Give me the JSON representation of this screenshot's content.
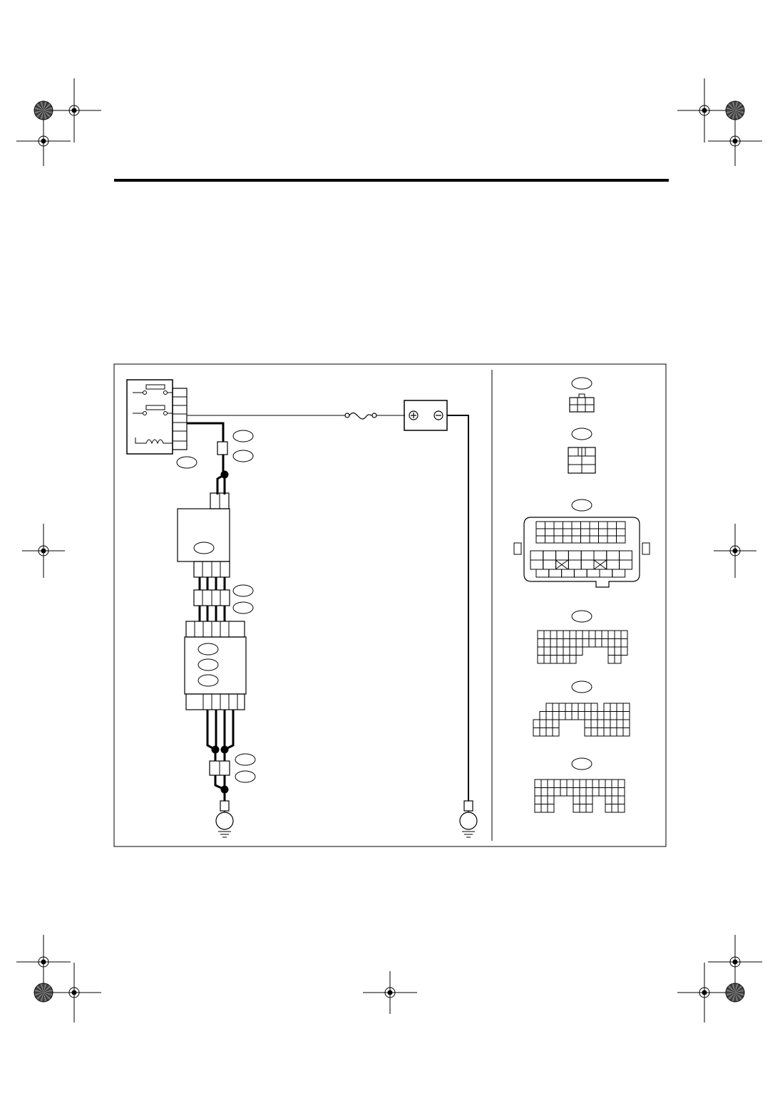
{
  "page": {
    "header_rule": "solid",
    "registration_marks": "crosshair-icon",
    "color_bars": "starburst-icon"
  },
  "diagram": {
    "title": "",
    "ink_color": "#000000",
    "paper_color": "#ffffff",
    "components": [
      {
        "kind": "relay-block",
        "icon": "relay-icon",
        "label": ""
      },
      {
        "kind": "fuse",
        "icon": "fuse-icon",
        "label": ""
      },
      {
        "kind": "battery",
        "icon": "battery-icon",
        "terminals": [
          "+",
          "−"
        ],
        "label": ""
      },
      {
        "kind": "control-module-upper",
        "icon": "module-icon",
        "label": ""
      },
      {
        "kind": "control-module-lower",
        "icon": "module-icon",
        "label": ""
      },
      {
        "kind": "ground",
        "icon": "ground-icon",
        "count": 2
      }
    ],
    "connector_views": [
      {
        "kind": "small-6-pin",
        "label": ""
      },
      {
        "kind": "small-6-pin-split",
        "label": ""
      },
      {
        "kind": "large-housing",
        "label": ""
      },
      {
        "kind": "multi-pin-a",
        "label": ""
      },
      {
        "kind": "multi-pin-b",
        "label": ""
      },
      {
        "kind": "multi-pin-c",
        "label": ""
      }
    ],
    "callout_labels": [
      "",
      "",
      "",
      "",
      "",
      "",
      "",
      "",
      "",
      "",
      "",
      ""
    ]
  }
}
